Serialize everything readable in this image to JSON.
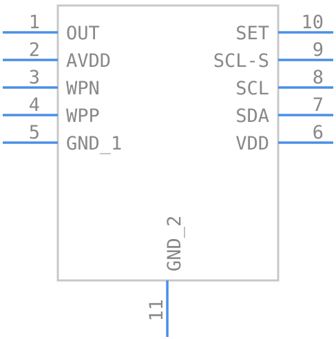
{
  "component": {
    "left_pins": [
      {
        "number": "1",
        "name": "OUT"
      },
      {
        "number": "2",
        "name": "AVDD"
      },
      {
        "number": "3",
        "name": "WPN"
      },
      {
        "number": "4",
        "name": "WPP"
      },
      {
        "number": "5",
        "name": "GND_1"
      }
    ],
    "right_pins": [
      {
        "number": "10",
        "name": "SET"
      },
      {
        "number": "9",
        "name": "SCL-S"
      },
      {
        "number": "8",
        "name": "SCL"
      },
      {
        "number": "7",
        "name": "SDA"
      },
      {
        "number": "6",
        "name": "VDD"
      }
    ],
    "bottom_pins": [
      {
        "number": "11",
        "name": "GND_2"
      }
    ]
  },
  "colors": {
    "pin_line": "#4a8fe6",
    "body_outline": "#c8c8c8",
    "text": "#888888"
  }
}
